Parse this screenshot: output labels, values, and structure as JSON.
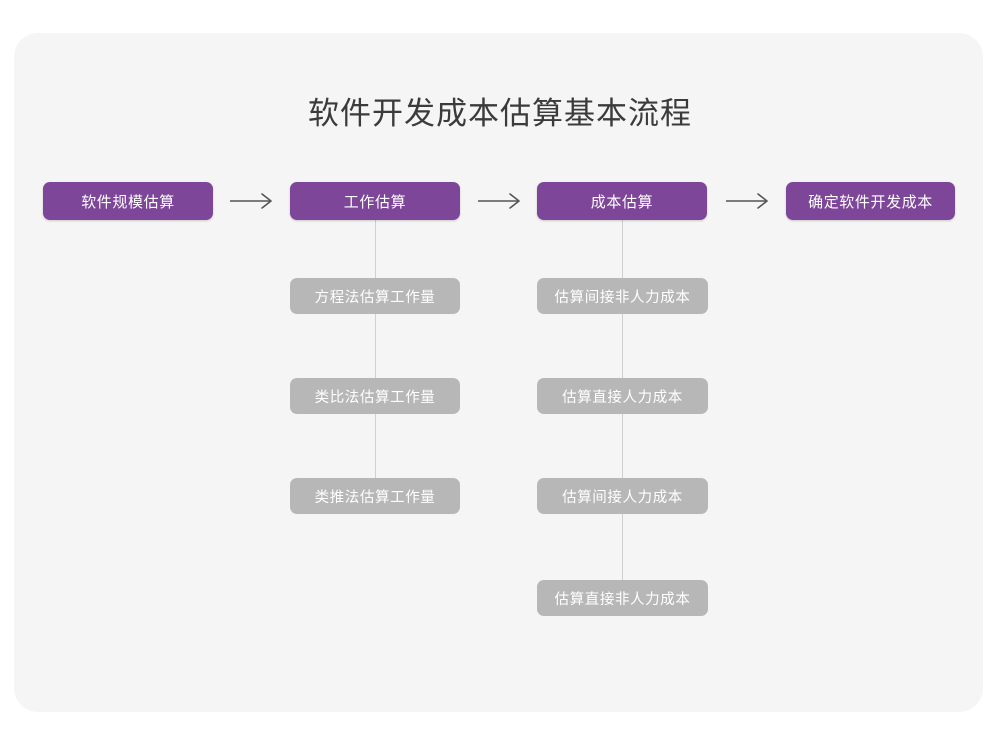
{
  "page": {
    "title": "软件开发成本估算基本流程",
    "background_color": "#ffffff",
    "card_color": "#f5f5f5",
    "accent_color": "#7d4698",
    "secondary_color": "#b7b7b7",
    "connector_color": "#cfcfcf",
    "arrow_color": "#555555",
    "title_color": "#3b3b3b"
  },
  "flow": {
    "main_steps": [
      {
        "label": "软件规模估算"
      },
      {
        "label": "工作估算"
      },
      {
        "label": "成本估算"
      },
      {
        "label": "确定软件开发成本"
      }
    ],
    "arrows": [
      {
        "name": "arrow-1",
        "glyph": "→"
      },
      {
        "name": "arrow-2",
        "glyph": "→"
      },
      {
        "name": "arrow-3",
        "glyph": "→"
      }
    ],
    "branch_work_estimation": [
      {
        "label": "方程法估算工作量"
      },
      {
        "label": "类比法估算工作量"
      },
      {
        "label": "类推法估算工作量"
      }
    ],
    "branch_cost_estimation": [
      {
        "label": "估算间接非人力成本"
      },
      {
        "label": "估算直接人力成本"
      },
      {
        "label": "估算间接人力成本"
      },
      {
        "label": "估算直接非人力成本"
      }
    ]
  }
}
